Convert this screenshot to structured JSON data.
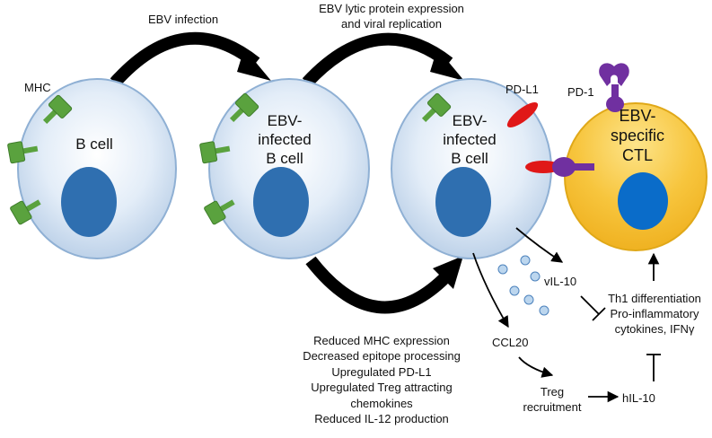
{
  "colors": {
    "cell_fill": "#dce8f5",
    "cell_edge": "#2f5f8f",
    "nucleus": "#2f6fb0",
    "mhc": "#5aa23e",
    "pdl1": "#e01818",
    "pd1": "#7030a0",
    "ctl_fill": "#f6c33a",
    "ctl_nucleus": "#0a6cc9",
    "arrow": "#000000",
    "vesicle": "#bcd6ee"
  },
  "icons": {
    "mhc": "mhc-receptor-icon",
    "pdl1": "pd-l1-ligand-icon",
    "pd1": "pd-1-receptor-icon",
    "vesicle": "cytokine-vesicle-icon"
  },
  "top": {
    "ebv_infection": "EBV infection",
    "lytic_line1": "EBV lytic protein expression",
    "lytic_line2": "and viral replication"
  },
  "labels": {
    "mhc": "MHC",
    "pdl1": "PD-L1",
    "pd1": "PD-1",
    "vil10": "vIL-10",
    "ccl20": "CCL20",
    "treg_line1": "Treg",
    "treg_line2": "recruitment",
    "hil10": "hIL-10",
    "th1_line1": "Th1 differentiation",
    "th1_line2": "Pro-inflammatory",
    "th1_line3": "cytokines, IFNγ"
  },
  "cells": {
    "b_cell": "B cell",
    "infected1_line1": "EBV-",
    "infected1_line2": "infected",
    "infected1_line3": "B cell",
    "infected2_line1": "EBV-",
    "infected2_line2": "infected",
    "infected2_line3": "B cell",
    "ctl_line1": "EBV-",
    "ctl_line2": "specific",
    "ctl_line3": "CTL"
  },
  "mechanisms": [
    "Reduced MHC expression",
    "Decreased epitope processing",
    "Upregulated PD-L1",
    "Upregulated Treg attracting",
    "chemokines",
    "Reduced IL-12 production"
  ]
}
